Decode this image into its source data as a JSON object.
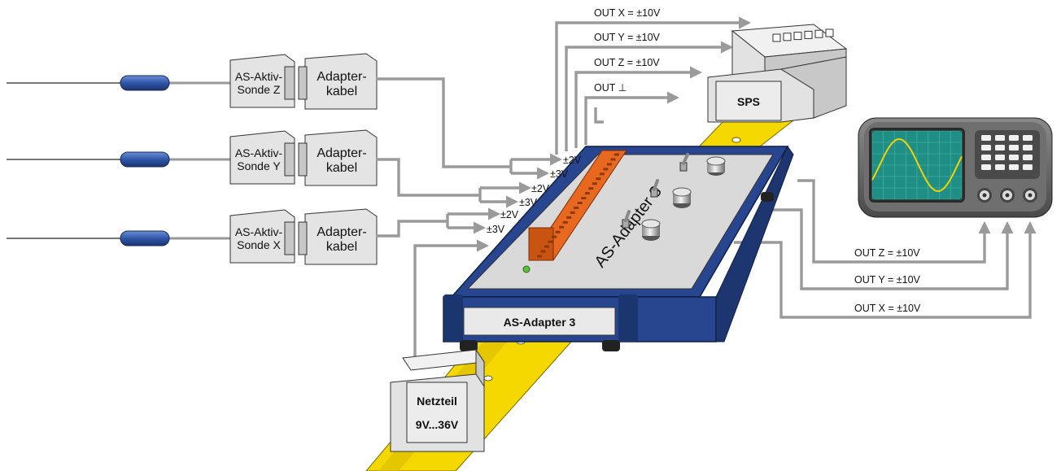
{
  "probes": [
    {
      "id": "z",
      "probe_label": "AS-Aktiv-\nSonde Z",
      "cable_label": "Adapter-\nkabel"
    },
    {
      "id": "y",
      "probe_label": "AS-Aktiv-\nSonde Y",
      "cable_label": "Adapter-\nkabel"
    },
    {
      "id": "x",
      "probe_label": "AS-Aktiv-\nSonde X",
      "cable_label": "Adapter-\nkabel"
    }
  ],
  "inputs": {
    "z": {
      "a": "±2V",
      "b": "±3V"
    },
    "y": {
      "a": "±2V",
      "b": "±3V"
    },
    "x": {
      "a": "±2V",
      "b": "±3V"
    }
  },
  "sps_outputs": {
    "out_x": "OUT X =  ±10V",
    "out_y": "OUT Y =  ±10V",
    "out_z": "OUT Z =  ±10V",
    "out_gnd": "OUT ⊥"
  },
  "sps_label": "SPS",
  "scope_outputs": {
    "out_z": "OUT Z = ±10V",
    "out_y": "OUT Y = ±10V",
    "out_x": "OUT X = ±10V"
  },
  "adapter_label": "AS-Adapter 3",
  "adapter_face_label": "AS-Adapter 3",
  "psu_label_1": "Netzteil",
  "psu_label_2": "9V...36V",
  "colors": {
    "wire": "#9a9a9a",
    "probe_handle": "#2f56a8",
    "adapter_frame": "#27468f",
    "connector": "#e8681f",
    "rail": "#f5d800",
    "scope_screen": "#1f8f86",
    "scope_trace": "#f3d200"
  }
}
